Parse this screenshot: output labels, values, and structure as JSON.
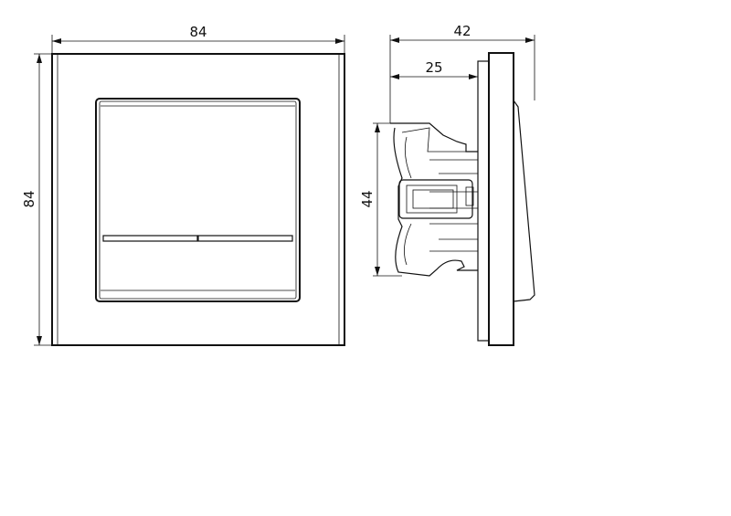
{
  "front_view": {
    "width_label": "84",
    "height_label": "84"
  },
  "side_view": {
    "depth_total_label": "42",
    "depth_mount_label": "25",
    "mechanism_height_label": "44"
  },
  "colors": {
    "line": "#111111",
    "background": "#ffffff"
  }
}
